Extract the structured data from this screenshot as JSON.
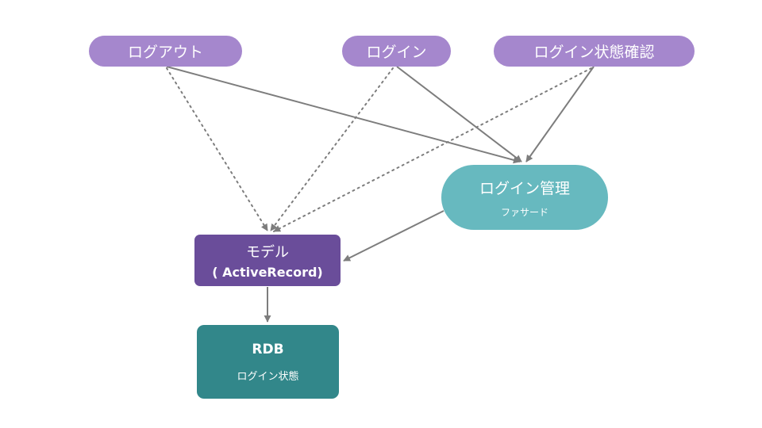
{
  "nodes": {
    "logout": {
      "label": "ログアウト"
    },
    "login": {
      "label": "ログイン"
    },
    "login_status_check": {
      "label": "ログイン状態確認"
    },
    "login_manager": {
      "label": "ログイン管理",
      "sublabel": "ファサード"
    },
    "model": {
      "label": "モデル",
      "sublabel": "( ActiveRecord)"
    },
    "rdb": {
      "label": "RDB",
      "sublabel": "ログイン状態"
    }
  },
  "edges": [
    {
      "from": "logout",
      "to": "login_manager",
      "style": "solid"
    },
    {
      "from": "logout",
      "to": "model",
      "style": "dotted"
    },
    {
      "from": "login",
      "to": "login_manager",
      "style": "solid"
    },
    {
      "from": "login",
      "to": "model",
      "style": "dotted"
    },
    {
      "from": "login_status_check",
      "to": "login_manager",
      "style": "solid"
    },
    {
      "from": "login_status_check",
      "to": "model",
      "style": "dotted"
    },
    {
      "from": "login_manager",
      "to": "model",
      "style": "solid"
    },
    {
      "from": "model",
      "to": "rdb",
      "style": "solid"
    }
  ],
  "colors": {
    "action_node": "#a587cd",
    "facade_node": "#67b9bf",
    "model_node": "#6a4d9a",
    "rdb_node": "#32878a",
    "edge": "#7d7d7d",
    "text": "#ffffff"
  }
}
